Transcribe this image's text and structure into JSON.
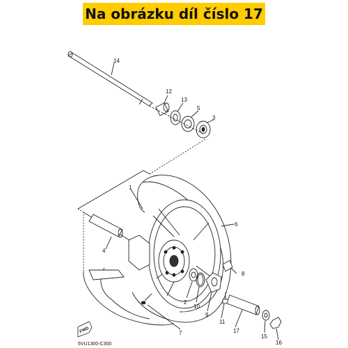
{
  "banner": {
    "text": "Na obrázku díl číslo 17",
    "color": "#ffcc00"
  },
  "diagram": {
    "code": "5VU1300-C300",
    "fwd": "FWD",
    "parts": [
      "1",
      "2",
      "3",
      "4",
      "5",
      "6",
      "7",
      "8",
      "9",
      "10",
      "11",
      "12",
      "13",
      "14",
      "15",
      "16",
      "17"
    ]
  }
}
